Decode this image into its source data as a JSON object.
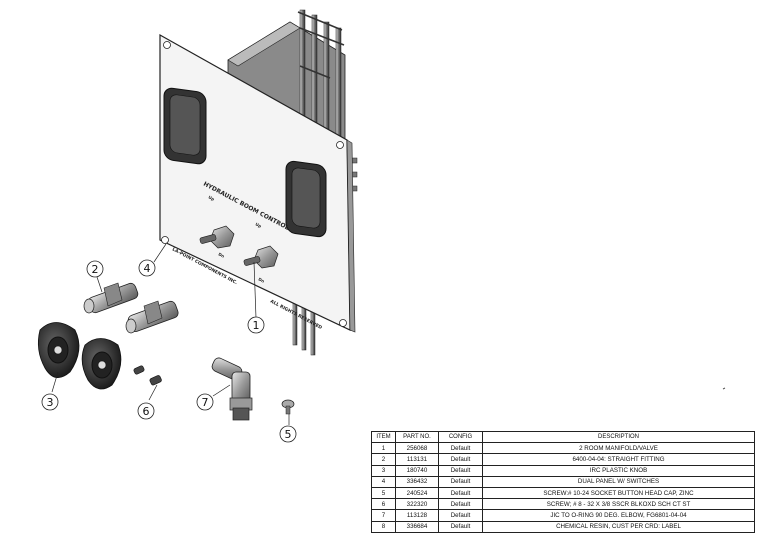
{
  "drawing": {
    "title": "Hydraulic Room Control Panel Assembly",
    "plate_labels": {
      "main": "HYDRAULIC BOOM CONTROL",
      "left_switch_top": "Up",
      "right_switch_top": "Up",
      "left_switch_bottom": "Dn",
      "right_switch_bottom": "Dn",
      "maker": "LA-POINT COMPONENTS INC.",
      "rights": "ALL RIGHTS RESERVED"
    },
    "balloons": [
      {
        "item": "1"
      },
      {
        "item": "2"
      },
      {
        "item": "3"
      },
      {
        "item": "4"
      },
      {
        "item": "5"
      },
      {
        "item": "6"
      },
      {
        "item": "7"
      }
    ]
  },
  "bom": {
    "headers": [
      "ITEM",
      "PART NO.",
      "CONFIG",
      "DESCRIPTION"
    ],
    "rows": [
      {
        "item": "1",
        "part_no": "256068",
        "config": "Default",
        "description": "2 ROOM MANIFOLD/VALVE"
      },
      {
        "item": "2",
        "part_no": "113131",
        "config": "Default",
        "description": "6400-04-04: STRAIGHT FITTING"
      },
      {
        "item": "3",
        "part_no": "180740",
        "config": "Default",
        "description": "IRC PLASTIC KNOB"
      },
      {
        "item": "4",
        "part_no": "336432",
        "config": "Default",
        "description": "DUAL PANEL W/ SWITCHES"
      },
      {
        "item": "5",
        "part_no": "240524",
        "config": "Default",
        "description": "SCREW:# 10-24 SOCKET BUTTON HEAD CAP, ZINC"
      },
      {
        "item": "6",
        "part_no": "322320",
        "config": "Default",
        "description": "SCREW; # 8 - 32 X 3/8 SSCR BLKOXD SCH CT ST"
      },
      {
        "item": "7",
        "part_no": "113128",
        "config": "Default",
        "description": "JIC TO O-RING 90 DEG. ELBOW, FG6801-04-04"
      },
      {
        "item": "8",
        "part_no": "336684",
        "config": "Default",
        "description": "CHEMICAL RESIN, CUST PER CRD: LABEL"
      }
    ]
  }
}
